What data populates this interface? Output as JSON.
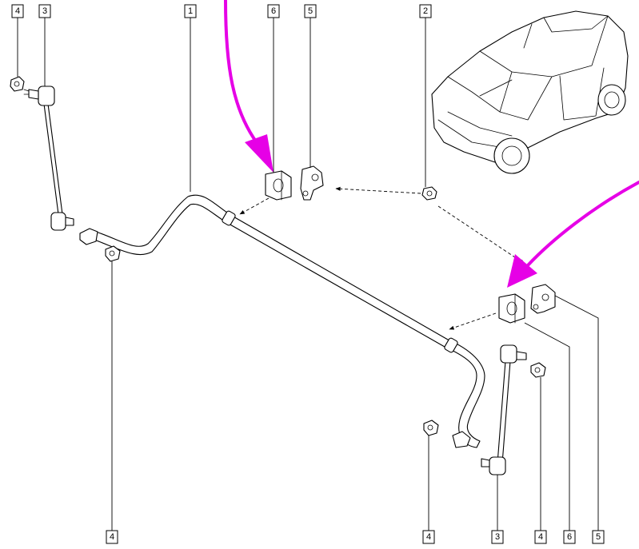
{
  "callouts": [
    {
      "id": "c-top-4",
      "label": "4"
    },
    {
      "id": "c-top-3",
      "label": "3"
    },
    {
      "id": "c-top-1",
      "label": "1"
    },
    {
      "id": "c-top-6",
      "label": "6"
    },
    {
      "id": "c-top-5",
      "label": "5"
    },
    {
      "id": "c-top-2",
      "label": "2"
    },
    {
      "id": "c-bot-4a",
      "label": "4"
    },
    {
      "id": "c-bot-4b",
      "label": "4"
    },
    {
      "id": "c-bot-3",
      "label": "3"
    },
    {
      "id": "c-bot-4c",
      "label": "4"
    },
    {
      "id": "c-bot-6",
      "label": "6"
    },
    {
      "id": "c-bot-5",
      "label": "5"
    }
  ],
  "colors": {
    "line": "#000000",
    "highlight_arrow": "#e600e6",
    "background": "#ffffff"
  }
}
